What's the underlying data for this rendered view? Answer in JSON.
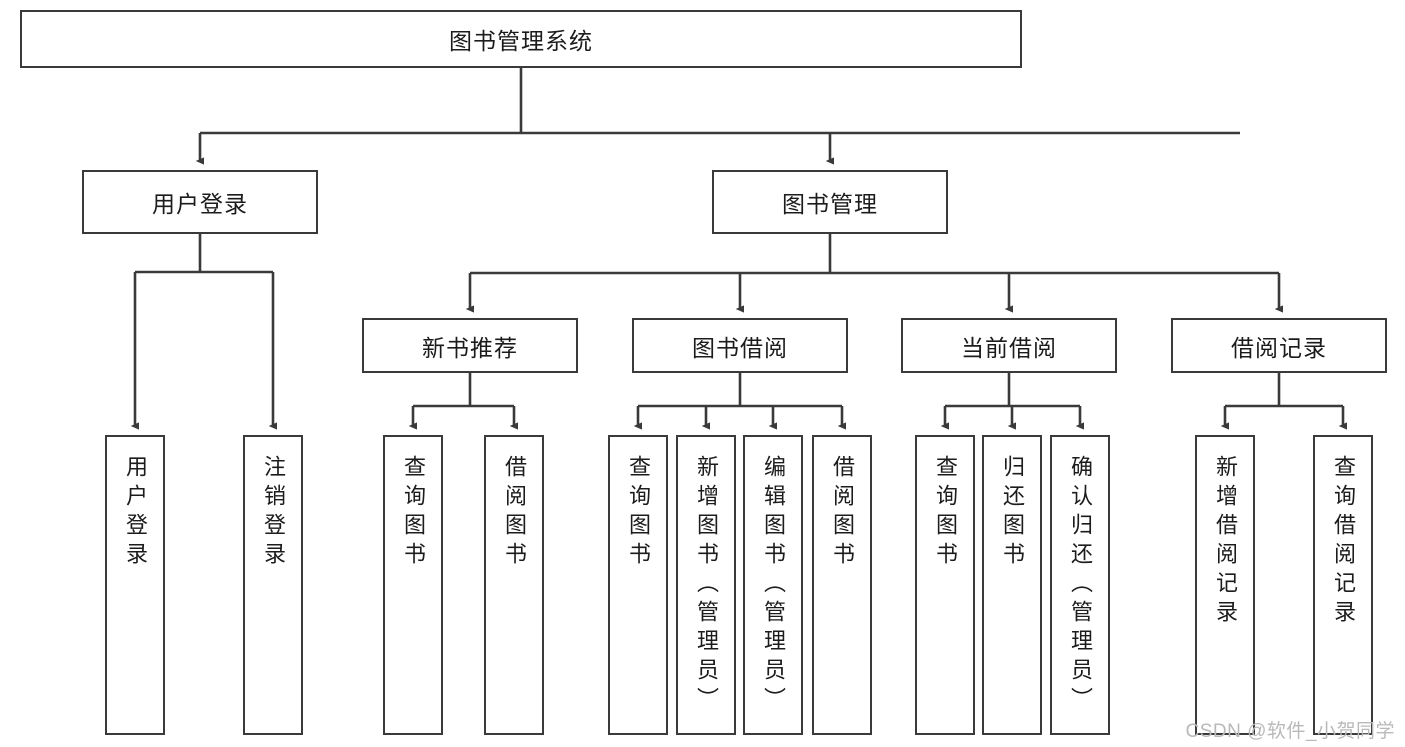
{
  "diagram": {
    "title": "图书管理系统",
    "type": "tree",
    "watermark": "CSDN @软件_小贺同学",
    "colors": {
      "box_border": "#3a3a3a",
      "box_fill": "#ffffff",
      "edge": "#3a3a3a",
      "text": "#1c1c1c",
      "watermark": "#b9b9b9",
      "background": "#ffffff"
    },
    "levels": {
      "root": {
        "label": "图书管理系统"
      },
      "level2": [
        {
          "id": "login",
          "label": "用户登录"
        },
        {
          "id": "bookmgmt",
          "label": "图书管理"
        }
      ],
      "level3": [
        {
          "id": "newbook",
          "label": "新书推荐",
          "parent": "bookmgmt"
        },
        {
          "id": "borrow",
          "label": "图书借阅",
          "parent": "bookmgmt"
        },
        {
          "id": "current",
          "label": "当前借阅",
          "parent": "bookmgmt"
        },
        {
          "id": "record",
          "label": "借阅记录",
          "parent": "bookmgmt"
        }
      ],
      "leaves": [
        {
          "id": "leaf-user-login",
          "label": "用户登录",
          "parent": "login"
        },
        {
          "id": "leaf-user-logout",
          "label": "注销登录",
          "parent": "login"
        },
        {
          "id": "leaf-query-book-1",
          "label": "查询图书",
          "parent": "newbook"
        },
        {
          "id": "leaf-borrow-book-1",
          "label": "借阅图书",
          "parent": "newbook"
        },
        {
          "id": "leaf-query-book-2",
          "label": "查询图书",
          "parent": "borrow"
        },
        {
          "id": "leaf-add-book",
          "label": "新增图书（管理员）",
          "parent": "borrow"
        },
        {
          "id": "leaf-edit-book",
          "label": "编辑图书（管理员）",
          "parent": "borrow"
        },
        {
          "id": "leaf-borrow-book-2",
          "label": "借阅图书",
          "parent": "borrow"
        },
        {
          "id": "leaf-query-book-3",
          "label": "查询图书",
          "parent": "current"
        },
        {
          "id": "leaf-return-book",
          "label": "归还图书",
          "parent": "current"
        },
        {
          "id": "leaf-confirm-return",
          "label": "确认归还（管理员）",
          "parent": "current"
        },
        {
          "id": "leaf-add-record",
          "label": "新增借阅记录",
          "parent": "record"
        },
        {
          "id": "leaf-query-record",
          "label": "查询借阅记录",
          "parent": "record"
        }
      ]
    }
  }
}
